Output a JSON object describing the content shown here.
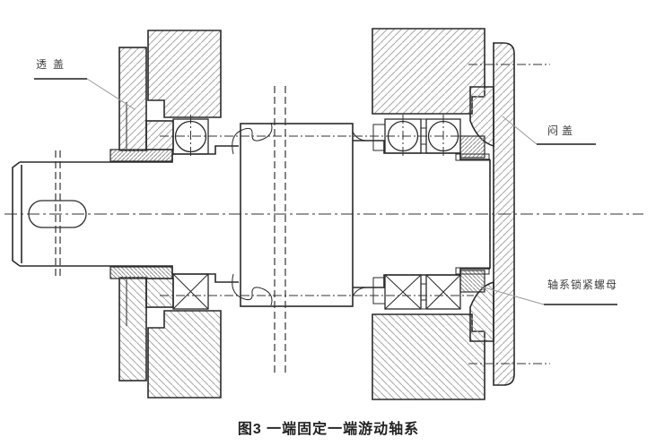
{
  "figure": {
    "caption": "图3 一端固定一端游动轴系",
    "labels": {
      "left_cover": "透盖",
      "right_cover": "闷盖",
      "lock_nut": "轴系锁紧螺母"
    },
    "colors": {
      "line": "#2a2a2a",
      "hatch": "#a6a6a6",
      "hatch_fine": "#8f8f8f",
      "centerline": "#333333",
      "leader": "#999999",
      "label_text": "#3d3d3d",
      "caption_text": "#222222",
      "background": "#ffffff"
    }
  }
}
